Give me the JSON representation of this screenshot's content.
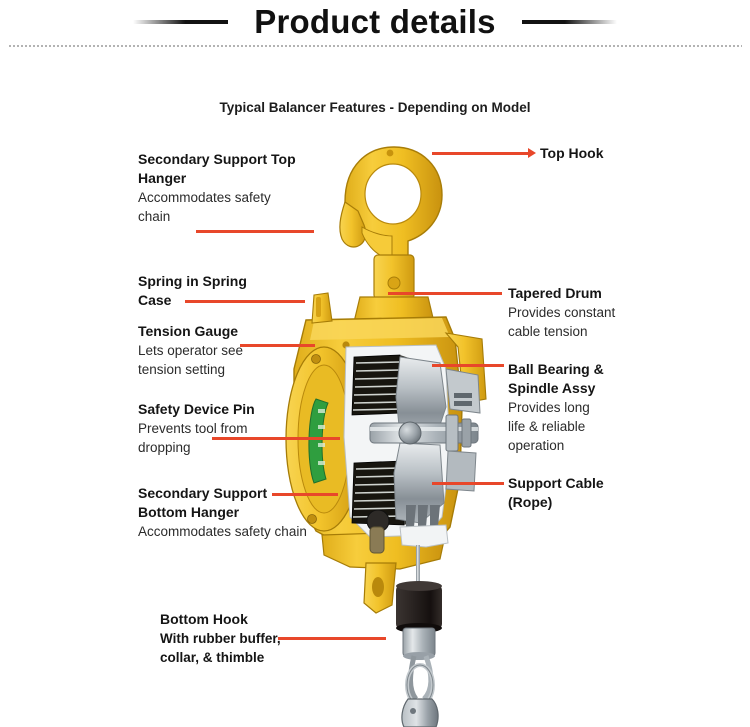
{
  "header": {
    "title": "Product details",
    "left_rule": "gradient-rule-left",
    "right_rule": "gradient-rule-right"
  },
  "figure": {
    "caption": "Typical Balancer Features - Depending on Model",
    "product_name": "cutaway-spring-balancer",
    "colors": {
      "body_yellow": "#f2c029",
      "body_yellow_dark": "#d9a415",
      "leader_red": "#e8472a",
      "steel_light": "#cfd3d6",
      "steel_dark": "#7e868c",
      "gauge_green": "#2f9e3f",
      "rubber_black": "#241f1d",
      "text_dark": "#151515"
    },
    "callouts_left": [
      {
        "name": "secondary-support-top-hanger",
        "title_line1": "Secondary Support Top",
        "title_line2": "Hanger",
        "desc_line1": "Accommodates safety",
        "desc_line2": "chain",
        "bold_desc": false
      },
      {
        "name": "spring-in-spring-case",
        "title_line1": "Spring in Spring",
        "title_line2": "Case",
        "desc_line1": "",
        "desc_line2": "",
        "bold_desc": false
      },
      {
        "name": "tension-gauge",
        "title_line1": "Tension Gauge",
        "title_line2": "",
        "desc_line1": "Lets operator see",
        "desc_line2": "tension setting",
        "bold_desc": false
      },
      {
        "name": "safety-device-pin",
        "title_line1": "Safety Device Pin",
        "title_line2": "",
        "desc_line1": "Prevents tool from",
        "desc_line2": "dropping",
        "bold_desc": false
      },
      {
        "name": "secondary-support-bottom-hanger",
        "title_line1": "Secondary Support",
        "title_line2": "Bottom Hanger",
        "desc_line1": "Accommodates safety chain",
        "desc_line2": "",
        "bold_desc": false
      },
      {
        "name": "bottom-hook",
        "title_line1": "Bottom Hook",
        "title_line2": "",
        "desc_line1": "With rubber buffer,",
        "desc_line2": "collar, & thimble",
        "bold_desc": true
      }
    ],
    "callouts_right": [
      {
        "name": "top-hook",
        "title_line1": "Top Hook",
        "title_line2": "",
        "desc_line1": "",
        "desc_line2": "",
        "desc_line3": "",
        "bold_desc": false
      },
      {
        "name": "tapered-drum",
        "title_line1": "Tapered Drum",
        "title_line2": "",
        "desc_line1": "Provides constant",
        "desc_line2": "cable tension",
        "desc_line3": "",
        "bold_desc": false
      },
      {
        "name": "ball-bearing-spindle-assy",
        "title_line1": "Ball Bearing &",
        "title_line2": "Spindle Assy",
        "desc_line1": "Provides long",
        "desc_line2": "life & reliable",
        "desc_line3": "operation",
        "bold_desc": false
      },
      {
        "name": "support-cable-rope",
        "title_line1": "Support Cable",
        "title_line2": "(Rope)",
        "desc_line1": "",
        "desc_line2": "",
        "desc_line3": "",
        "bold_desc": false
      }
    ]
  }
}
